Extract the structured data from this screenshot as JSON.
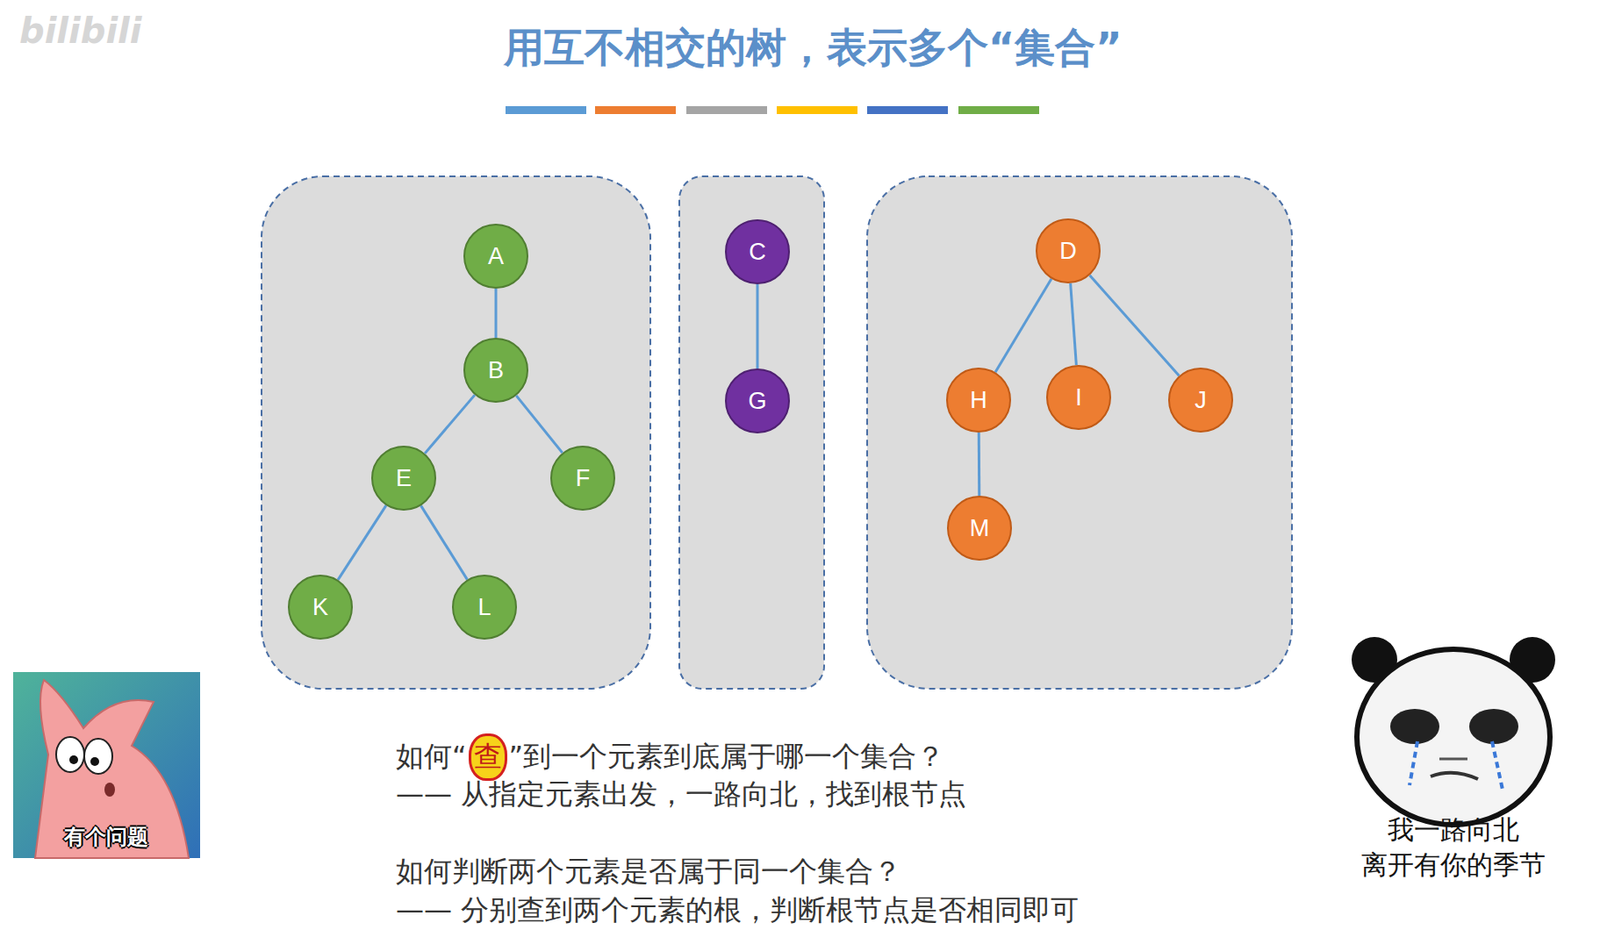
{
  "diagram": {
    "title": "用互不相交的树，表示多个“集合”",
    "nodes": [
      {
        "text": [
          "A"
        ]
      },
      {
        "text": [
          "B"
        ]
      },
      {
        "text": [
          "E"
        ]
      },
      {
        "text": [
          "F"
        ]
      },
      {
        "text": [
          "K"
        ]
      },
      {
        "text": [
          "L"
        ]
      },
      {
        "text": [
          "C"
        ]
      },
      {
        "text": [
          "G"
        ]
      },
      {
        "text": [
          "D"
        ]
      },
      {
        "text": [
          "H"
        ]
      },
      {
        "text": [
          "I"
        ]
      },
      {
        "text": [
          "J"
        ]
      },
      {
        "text": [
          "M"
        ]
      }
    ],
    "edges": [
      {
        "from": 0,
        "to": 1,
        "arrow": "none"
      },
      {
        "from": 1,
        "to": 2,
        "arrow": "none"
      },
      {
        "from": 1,
        "to": 3,
        "arrow": "none"
      },
      {
        "from": 2,
        "to": 4,
        "arrow": "none"
      },
      {
        "from": 2,
        "to": 5,
        "arrow": "none"
      },
      {
        "from": 6,
        "to": 7,
        "arrow": "none"
      },
      {
        "from": 8,
        "to": 9,
        "arrow": "none"
      },
      {
        "from": 8,
        "to": 10,
        "arrow": "none"
      },
      {
        "from": 8,
        "to": 11,
        "arrow": "none"
      },
      {
        "from": 9,
        "to": 12,
        "arrow": "none"
      }
    ],
    "labels": [
      "如何“",
      "查",
      "”到一个元素到底属于哪一个集合？",
      "—— 从指定元素出发，一路向北，找到根节点",
      "如何判断两个元素是否属于同一个集合？",
      "—— 分别查到两个元素的根，判断根节点是否相同即可",
      "有个问题",
      "我一路向北",
      "离开有你的季节",
      "bilibili"
    ]
  }
}
